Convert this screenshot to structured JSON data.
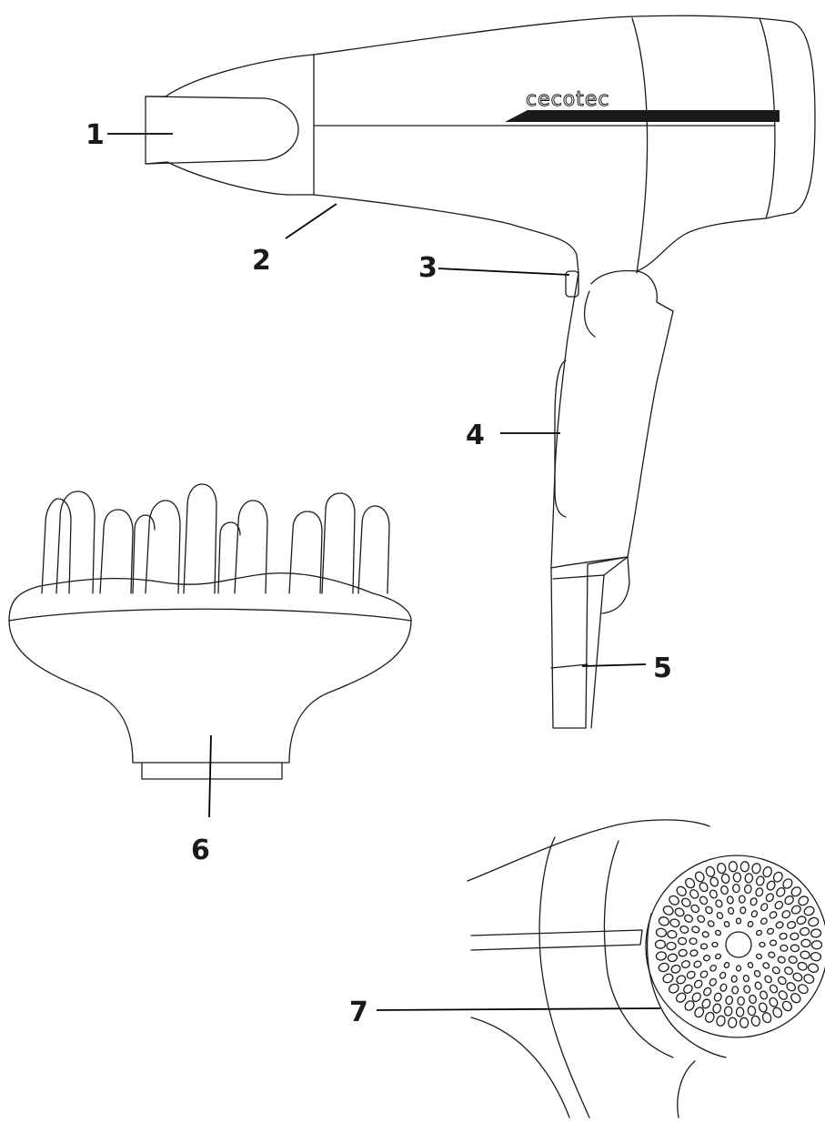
{
  "brand": {
    "logo_text": "cecotec"
  },
  "callouts": [
    {
      "id": "1",
      "label": "1"
    },
    {
      "id": "2",
      "label": "2"
    },
    {
      "id": "3",
      "label": "3"
    },
    {
      "id": "4",
      "label": "4"
    },
    {
      "id": "5",
      "label": "5"
    },
    {
      "id": "6",
      "label": "6"
    },
    {
      "id": "7",
      "label": "7"
    }
  ],
  "colors": {
    "stroke": "#1a1a1a",
    "background": "#ffffff",
    "stripe": "#1a1a1a"
  }
}
